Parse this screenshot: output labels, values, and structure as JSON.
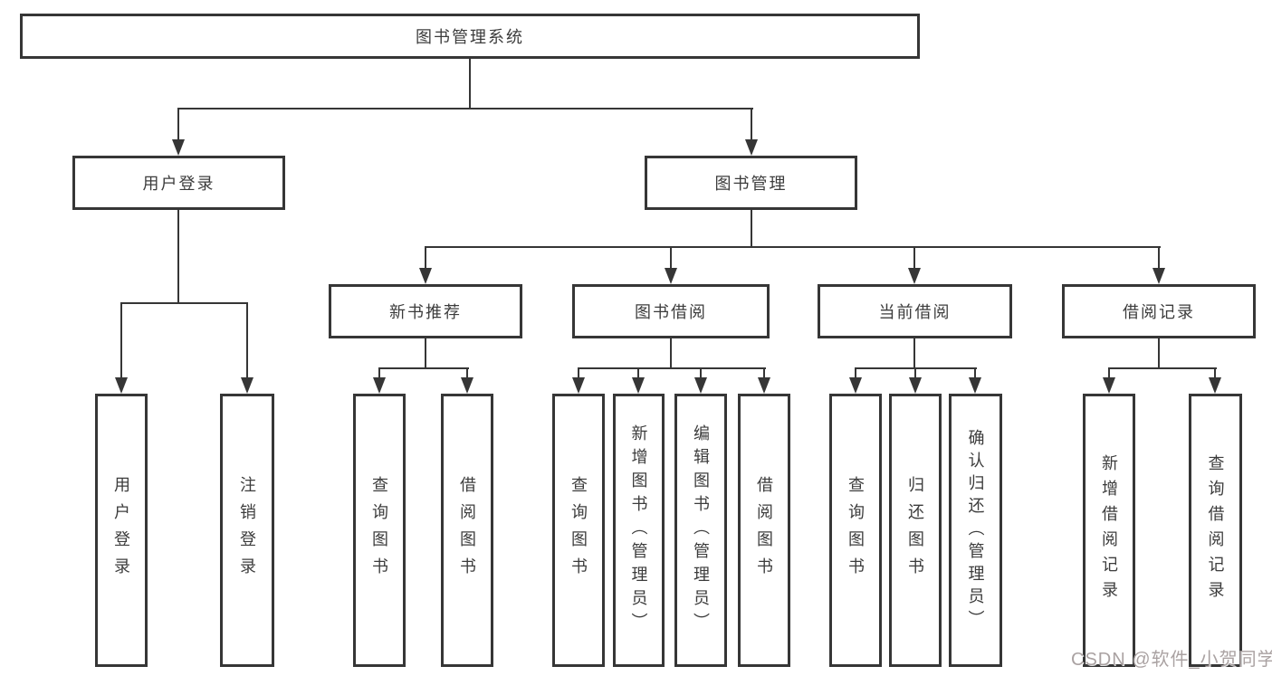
{
  "colors": {
    "line": "#363636",
    "text": "#3c3c3c",
    "background": "#ffffff",
    "watermark": "#aaa2a2"
  },
  "nodes": {
    "root": {
      "label": "图书管理系统"
    },
    "userLogin": {
      "label": "用户登录"
    },
    "bookMgmt": {
      "label": "图书管理"
    },
    "newBookRec": {
      "label": "新书推荐"
    },
    "bookBorrow": {
      "label": "图书借阅"
    },
    "currentBorrow": {
      "label": "当前借阅"
    },
    "borrowRecord": {
      "label": "借阅记录"
    },
    "leafUserLogin": {
      "label": "用户登录"
    },
    "leafLogoutLogin": {
      "label": "注销登录"
    },
    "leafNbQueryBook": {
      "label": "查询图书"
    },
    "leafNbBorrowBook": {
      "label": "借阅图书"
    },
    "leafBbQueryBook": {
      "label": "查询图书"
    },
    "leafBbAddBook": {
      "label": "新增图书（管理员）"
    },
    "leafBbEditBook": {
      "label": "编辑图书（管理员）"
    },
    "leafBbBorrowBook": {
      "label": "借阅图书"
    },
    "leafCbQueryBook": {
      "label": "查询图书"
    },
    "leafCbReturnBook": {
      "label": "归还图书"
    },
    "leafCbConfirmReturn": {
      "label": "确认归还（管理员）"
    },
    "leafBrAddRecord": {
      "label": "新增借阅记录"
    },
    "leafBrQueryRecord": {
      "label": "查询借阅记录"
    }
  },
  "watermark": {
    "text": "CSDN @软件_小贺同学"
  }
}
